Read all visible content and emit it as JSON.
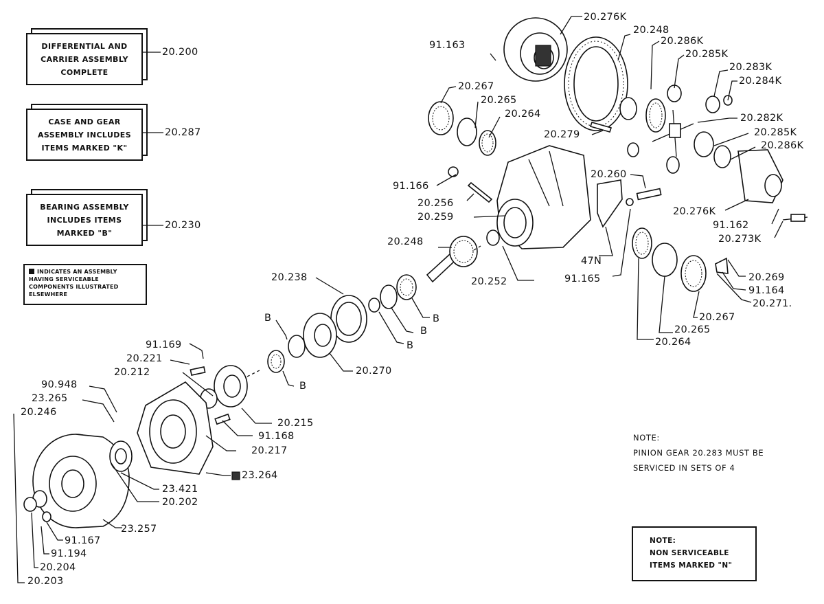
{
  "legend": {
    "box1": {
      "lines": [
        "DIFFERENTIAL AND",
        "CARRIER ASSEMBLY",
        "COMPLETE"
      ],
      "part": "20.200"
    },
    "box2": {
      "lines": [
        "CASE AND GEAR",
        "ASSEMBLY INCLUDES",
        "ITEMS MARKED \"K\""
      ],
      "part": "20.287"
    },
    "box3": {
      "lines": [
        "BEARING ASSEMBLY",
        "INCLUDES ITEMS",
        "MARKED \"B\""
      ],
      "part": "20.230"
    },
    "assembly_note": "INDICATES AN ASSEMBLY HAVING SERVICEABLE COMPONENTS ILLUSTRATED ELSEWHERE"
  },
  "parts": [
    {
      "id": "p1",
      "text": "20.276K"
    },
    {
      "id": "p2",
      "text": "20.248"
    },
    {
      "id": "p3",
      "text": "20.286K"
    },
    {
      "id": "p4",
      "text": "20.285K"
    },
    {
      "id": "p5",
      "text": "20.283K"
    },
    {
      "id": "p6",
      "text": "20.284K"
    },
    {
      "id": "p7",
      "text": "91.163"
    },
    {
      "id": "p8",
      "text": "20.267"
    },
    {
      "id": "p9",
      "text": "20.265"
    },
    {
      "id": "p10",
      "text": "20.264"
    },
    {
      "id": "p11",
      "text": "20.279"
    },
    {
      "id": "p12",
      "text": "20.282K"
    },
    {
      "id": "p13",
      "text": "20.285K"
    },
    {
      "id": "p14",
      "text": "20.286K"
    },
    {
      "id": "p15",
      "text": "91.166"
    },
    {
      "id": "p16",
      "text": "20.260"
    },
    {
      "id": "p17",
      "text": "20.256"
    },
    {
      "id": "p18",
      "text": "20.259"
    },
    {
      "id": "p19",
      "text": "20.276K"
    },
    {
      "id": "p20",
      "text": "91.162"
    },
    {
      "id": "p21",
      "text": "20.273K"
    },
    {
      "id": "p22",
      "text": "20.248"
    },
    {
      "id": "p23",
      "text": "47N"
    },
    {
      "id": "p24",
      "text": "91.165"
    },
    {
      "id": "p25",
      "text": "20.252"
    },
    {
      "id": "p26",
      "text": "20.269"
    },
    {
      "id": "p27",
      "text": "91.164"
    },
    {
      "id": "p28",
      "text": "20.271."
    },
    {
      "id": "p29",
      "text": "20.238"
    },
    {
      "id": "p30",
      "text": "20.267"
    },
    {
      "id": "p31",
      "text": "20.265"
    },
    {
      "id": "p32",
      "text": "20.264"
    },
    {
      "id": "p33",
      "text": "B"
    },
    {
      "id": "p34",
      "text": "B"
    },
    {
      "id": "p35",
      "text": "B"
    },
    {
      "id": "p36",
      "text": "B"
    },
    {
      "id": "p37",
      "text": "20.270"
    },
    {
      "id": "p38",
      "text": "B"
    },
    {
      "id": "p39",
      "text": "91.169"
    },
    {
      "id": "p40",
      "text": "20.221"
    },
    {
      "id": "p41",
      "text": "20.212"
    },
    {
      "id": "p42",
      "text": "90.948"
    },
    {
      "id": "p43",
      "text": "23.265"
    },
    {
      "id": "p44",
      "text": "20.246"
    },
    {
      "id": "p45",
      "text": "20.215"
    },
    {
      "id": "p46",
      "text": "91.168"
    },
    {
      "id": "p47",
      "text": "20.217"
    },
    {
      "id": "p48",
      "text": "23.264"
    },
    {
      "id": "p49",
      "text": "23.421"
    },
    {
      "id": "p50",
      "text": "20.202"
    },
    {
      "id": "p51",
      "text": "23.257"
    },
    {
      "id": "p52",
      "text": "91.167"
    },
    {
      "id": "p53",
      "text": "91.194"
    },
    {
      "id": "p54",
      "text": "20.204"
    },
    {
      "id": "p55",
      "text": "20.203"
    }
  ],
  "note1": {
    "heading": "NOTE:",
    "lines": [
      "PINION GEAR 20.283 MUST BE",
      "SERVICED IN SETS OF 4"
    ]
  },
  "note2": {
    "lines": [
      "NOTE:",
      "NON SERVICEABLE",
      "ITEMS MARKED \"N\""
    ]
  }
}
